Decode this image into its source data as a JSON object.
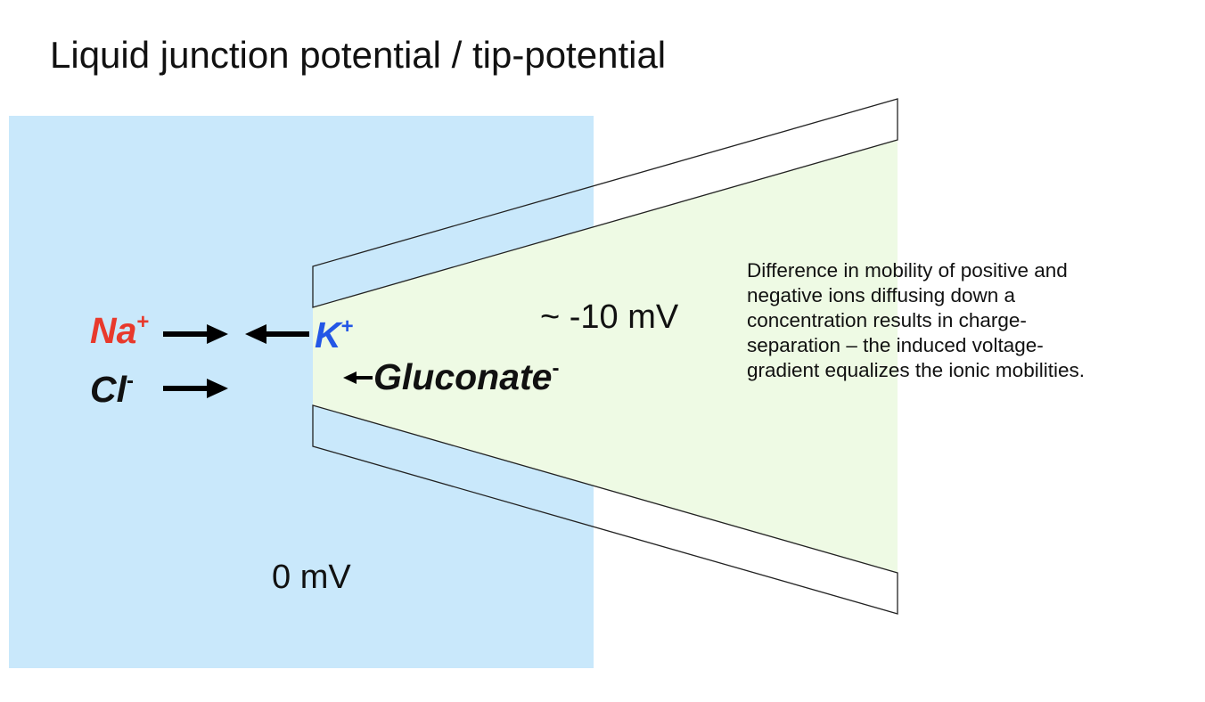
{
  "title": "Liquid junction potential / tip-potential",
  "bath": {
    "voltage_label": "0 mV"
  },
  "pipette": {
    "voltage_label": "~ -10 mV"
  },
  "ions": {
    "na": {
      "symbol": "Na",
      "charge": "+"
    },
    "cl": {
      "symbol": "Cl",
      "charge": "-"
    },
    "k": {
      "symbol": "K",
      "charge": "+"
    },
    "gluconate": {
      "symbol": "Gluconate",
      "charge": "-"
    }
  },
  "description": {
    "lines": [
      "Difference in mobility of positive and",
      "negative ions diffusing down a",
      "concentration results in charge-",
      "separation – the induced voltage-",
      "gradient equalizes the ionic mobilities."
    ]
  },
  "colors": {
    "bath_fill": "#c9e8fb",
    "pipette_fill": "#eefae4",
    "na": "#e8392c",
    "k": "#2457e6",
    "text": "#111111"
  }
}
